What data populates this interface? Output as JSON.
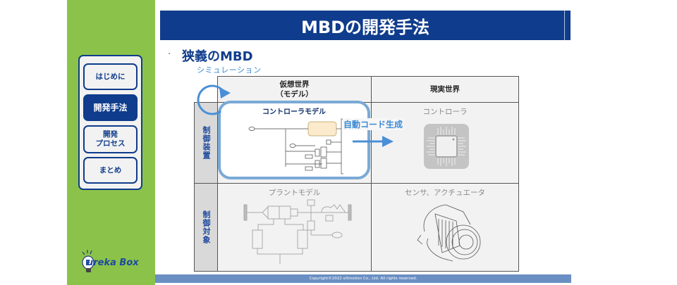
{
  "slide": {
    "title": "MBDの開発手法",
    "subtitle": "狭義のMBD",
    "simulation_label": "シミュレーション",
    "auto_codegen_label": "自動コード生成"
  },
  "nav": {
    "items": [
      {
        "label": "はじめに",
        "active": false
      },
      {
        "label": "開発手法",
        "active": true
      },
      {
        "label": "開発\nプロセス",
        "active": false
      },
      {
        "label": "まとめ",
        "active": false
      }
    ]
  },
  "table": {
    "col_headers": [
      "仮想世界\n（モデル）",
      "現実世界"
    ],
    "row_headers": [
      "制御装置",
      "制御対象"
    ],
    "cells": {
      "virtual_controller": "コントローラモデル",
      "real_controller": "コントローラ",
      "virtual_plant": "プラントモデル",
      "real_plant": "センサ、アクチュエータ"
    }
  },
  "logo": {
    "text": "ureka Box",
    "letter": "E"
  },
  "footer": {
    "copyright": "Copyright©2022 eXmotion Co., Ltd. All rights reserved."
  },
  "colors": {
    "sidebar_green": "#8bc34a",
    "brand_navy": "#0f3c8c",
    "accent_blue": "#3d8ad6",
    "footer_blue": "#6a8fc3"
  }
}
